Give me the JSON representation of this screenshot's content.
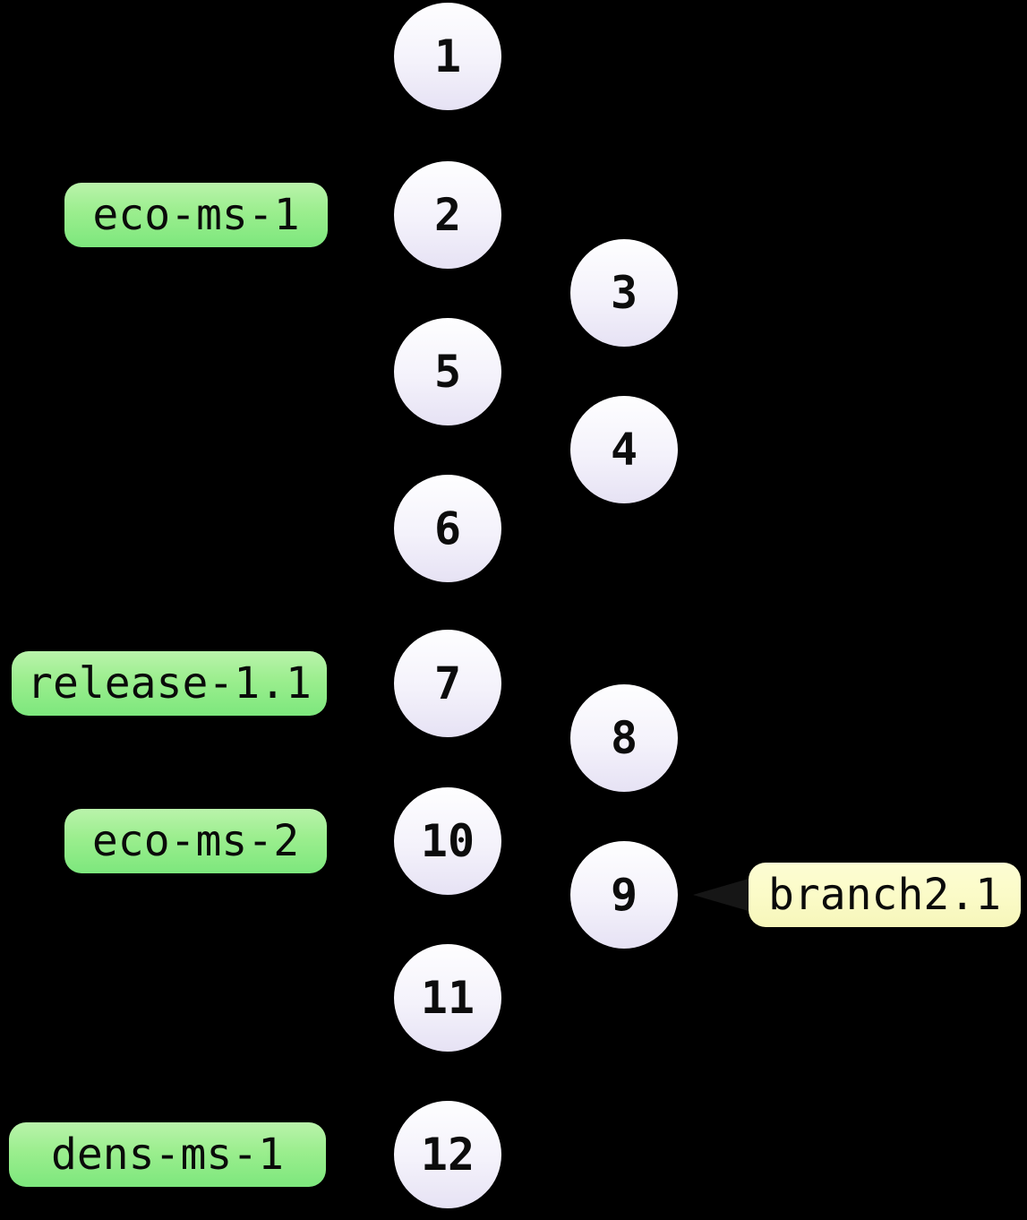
{
  "diagram": {
    "type": "git-commit-graph",
    "background_color": "#000000",
    "commits": [
      {
        "id": "1",
        "lane": "main"
      },
      {
        "id": "2",
        "lane": "main"
      },
      {
        "id": "3",
        "lane": "branch"
      },
      {
        "id": "4",
        "lane": "branch"
      },
      {
        "id": "5",
        "lane": "main"
      },
      {
        "id": "6",
        "lane": "main"
      },
      {
        "id": "7",
        "lane": "main"
      },
      {
        "id": "8",
        "lane": "branch"
      },
      {
        "id": "9",
        "lane": "branch"
      },
      {
        "id": "10",
        "lane": "main"
      },
      {
        "id": "11",
        "lane": "main"
      },
      {
        "id": "12",
        "lane": "main"
      }
    ],
    "tags": [
      {
        "text": "eco-ms-1",
        "commit": "2"
      },
      {
        "text": "release-1.1",
        "commit": "7"
      },
      {
        "text": "eco-ms-2",
        "commit": "10"
      },
      {
        "text": "dens-ms-1",
        "commit": "12"
      }
    ],
    "branch_label": {
      "text": "branch2.1",
      "commit": "9"
    },
    "colors": {
      "commit_fill_top": "#fefeff",
      "commit_fill_bottom": "#e6e2f4",
      "tag_fill_top": "#baf3ab",
      "tag_fill_bottom": "#7de77d",
      "branch_label_fill": "#fbfbc8",
      "text": "#0a0a0a"
    }
  }
}
